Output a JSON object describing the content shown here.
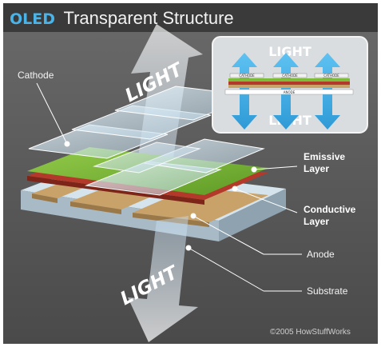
{
  "title": {
    "prefix": "OLED",
    "rest": "Transparent Structure"
  },
  "labels": {
    "cathode": "Cathode",
    "emissive_line1": "Emissive",
    "emissive_line2": "Layer",
    "conductive_line1": "Conductive",
    "conductive_line2": "Layer",
    "anode": "Anode",
    "substrate": "Substrate"
  },
  "light_text": "LIGHT",
  "inset": {
    "light_top": "LIGHT",
    "light_bottom": "LIGHT",
    "cathode_tags": [
      "CATHODE",
      "CATHODE",
      "CATHODE"
    ],
    "anode_tag": "ANODE"
  },
  "copyright": "©2005 HowStuffWorks",
  "colors": {
    "frame_bg": "#5b5b5b",
    "title_bar": "#3a3a3a",
    "accent_blue": "#4ab4e8",
    "emissive_green": "#7dbb3a",
    "conductive_red": "#b33a2a",
    "anode_tan": "#c9a26a"
  }
}
